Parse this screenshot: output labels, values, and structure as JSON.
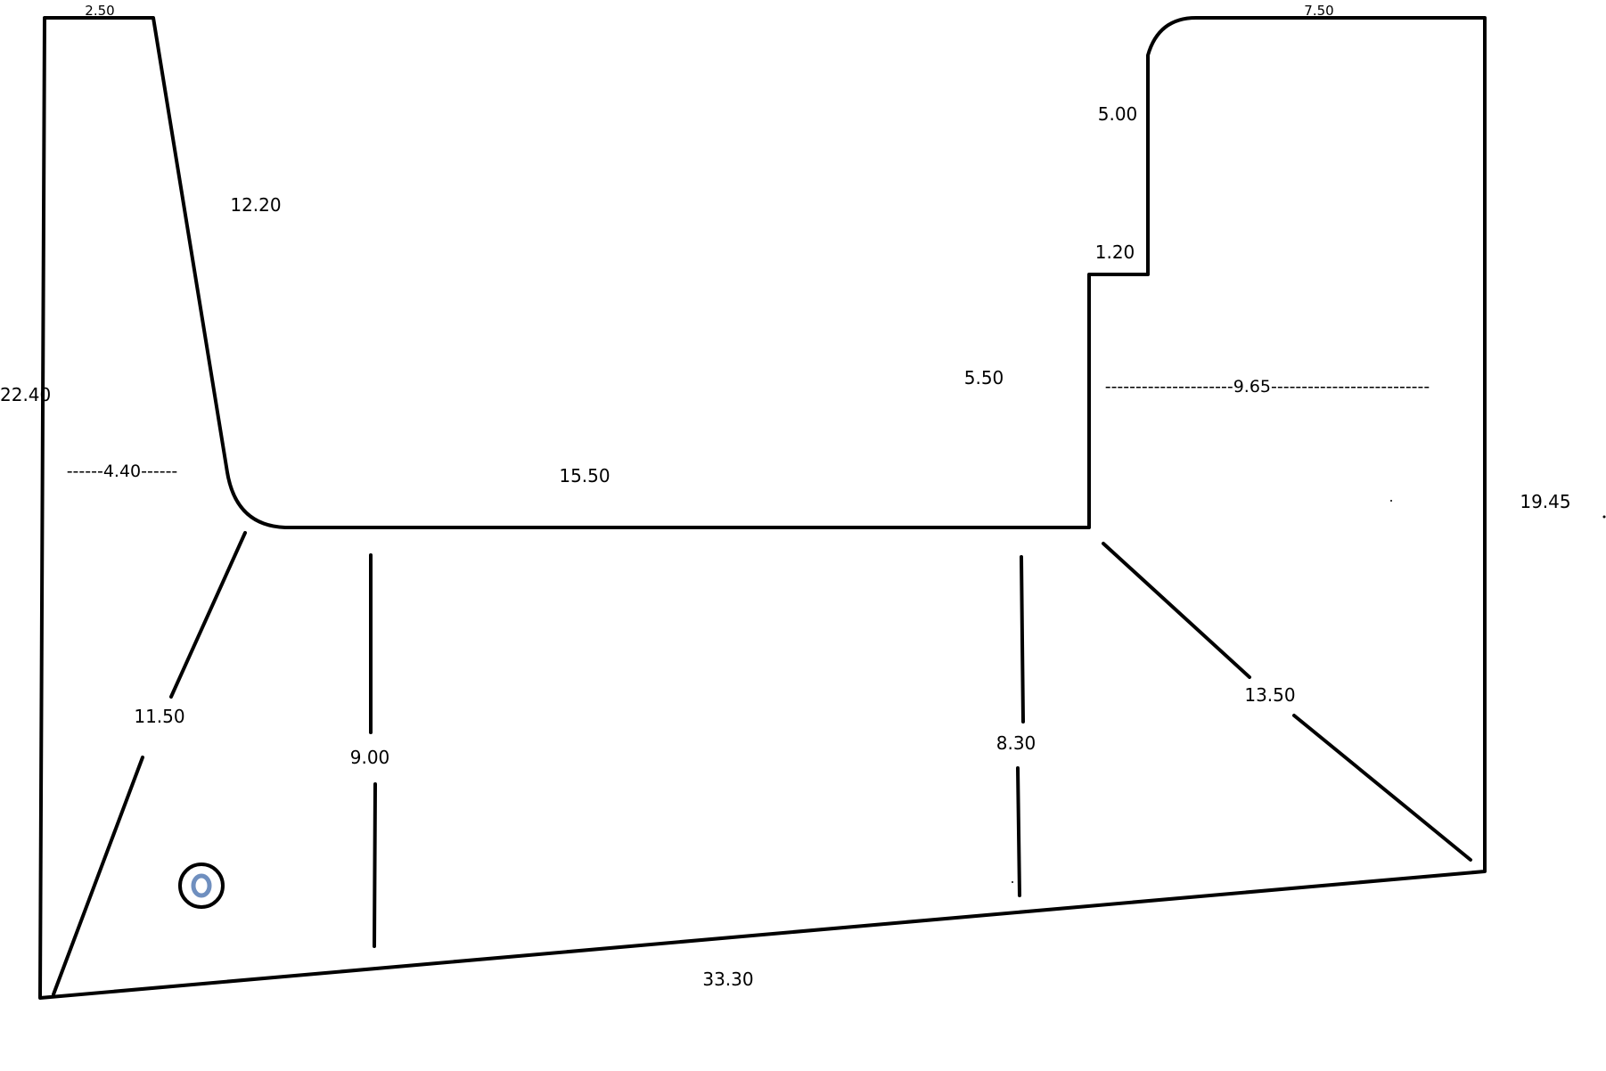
{
  "labels": {
    "top_left": "2.50",
    "top_right": "7.50",
    "left_side": "22.40",
    "diagonal_upper": "12.20",
    "inner_width": "------4.40------",
    "middle_top": "15.50",
    "step_vertical": "5.50",
    "notch_width": "1.20",
    "upper_right_vertical": "5.00",
    "right_width": "---------------------9.65--------------------------",
    "right_side": "19.45",
    "diagonal_lower_left": "11.50",
    "vertical_left": "9.00",
    "vertical_right": "8.30",
    "diagonal_lower_right": "13.50",
    "bottom": "33.30"
  },
  "colors": {
    "line": "#000000",
    "marker_ring": "#000000",
    "marker_inner": "#6f8fbf"
  }
}
